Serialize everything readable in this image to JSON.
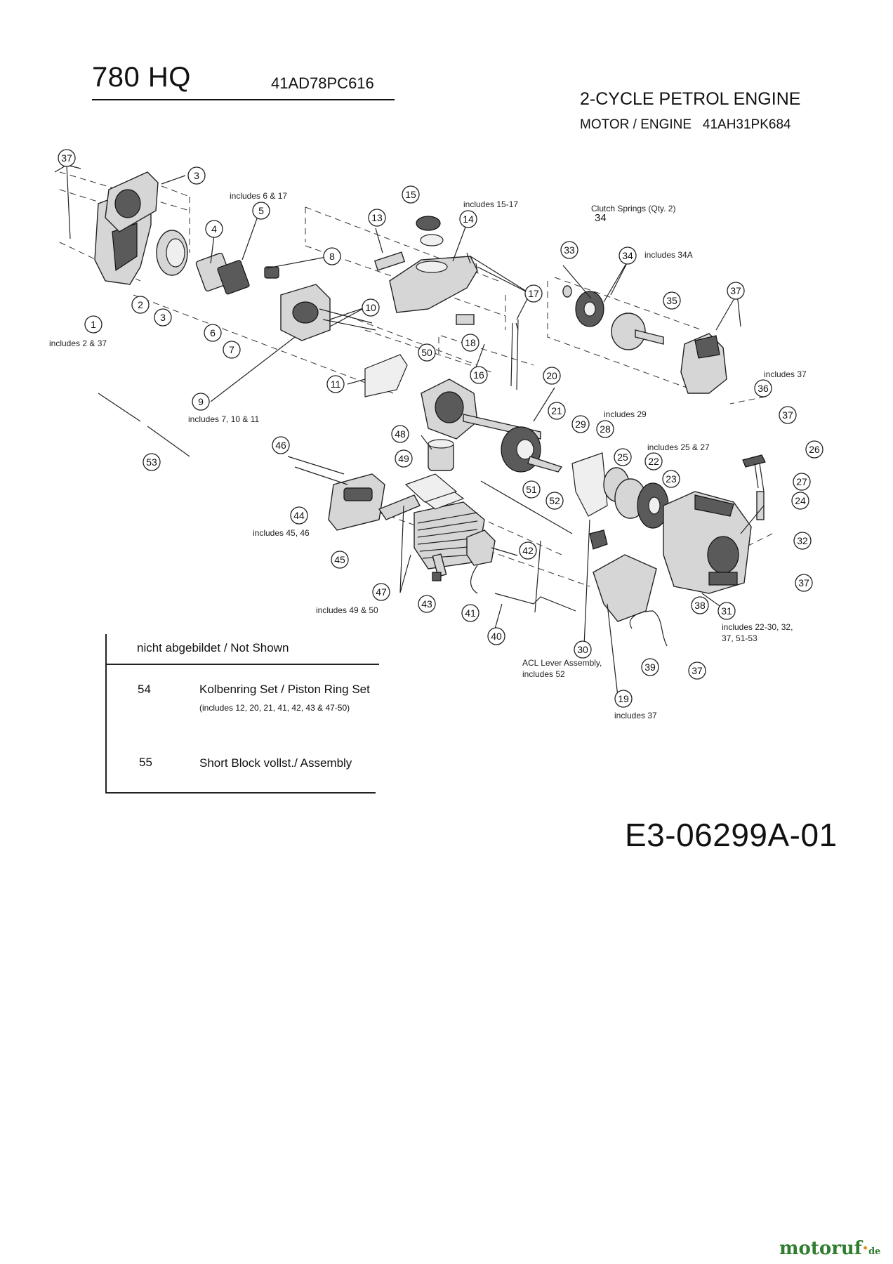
{
  "header": {
    "model": "780 HQ",
    "model_code": "41AD78PC616",
    "engine_title": "2-CYCLE PETROL ENGINE",
    "engine_sub": "MOTOR / ENGINE   41AH31PK684"
  },
  "callouts": [
    "1",
    "2",
    "3",
    "4",
    "5",
    "6",
    "7",
    "8",
    "9",
    "10",
    "11",
    "13",
    "14",
    "15",
    "16",
    "17",
    "18",
    "19",
    "20",
    "21",
    "22",
    "23",
    "24",
    "25",
    "26",
    "27",
    "28",
    "29",
    "30",
    "31",
    "32",
    "33",
    "34",
    "34A",
    "35",
    "36",
    "37",
    "38",
    "39",
    "40",
    "41",
    "42",
    "43",
    "44",
    "45",
    "46",
    "47",
    "48",
    "49",
    "50",
    "51",
    "52",
    "53"
  ],
  "notes": {
    "n1": "includes 2 & 37",
    "n5": "includes 6 & 17",
    "n9": "includes 7, 10 & 11",
    "n14": "includes 15-17",
    "clutch": "Clutch Springs (Qty. 2)",
    "n34": "includes 34A",
    "n36": "includes 37",
    "n28": "includes 29",
    "n22": "includes 25 & 27",
    "n44": "includes 45, 46",
    "n47": "includes 49 & 50",
    "n30a": "ACL Lever Assembly,",
    "n30b": "includes 52",
    "n31a": "includes 22-30, 32,",
    "n31b": "37, 51-53",
    "n19": "includes 37"
  },
  "not_shown": {
    "heading": "nicht abgebildet / Not Shown",
    "items": [
      {
        "num": "54",
        "desc": "Kolbenring Set / Piston Ring Set",
        "sub": "(includes 12, 20, 21, 41, 42, 43 & 47-50)"
      },
      {
        "num": "55",
        "desc": "Short Block vollst./ Assembly",
        "sub": ""
      }
    ]
  },
  "diagram_id": "E3-06299A-01",
  "watermark": {
    "name": "motoruf",
    "dot": "·",
    "tld": "de"
  }
}
